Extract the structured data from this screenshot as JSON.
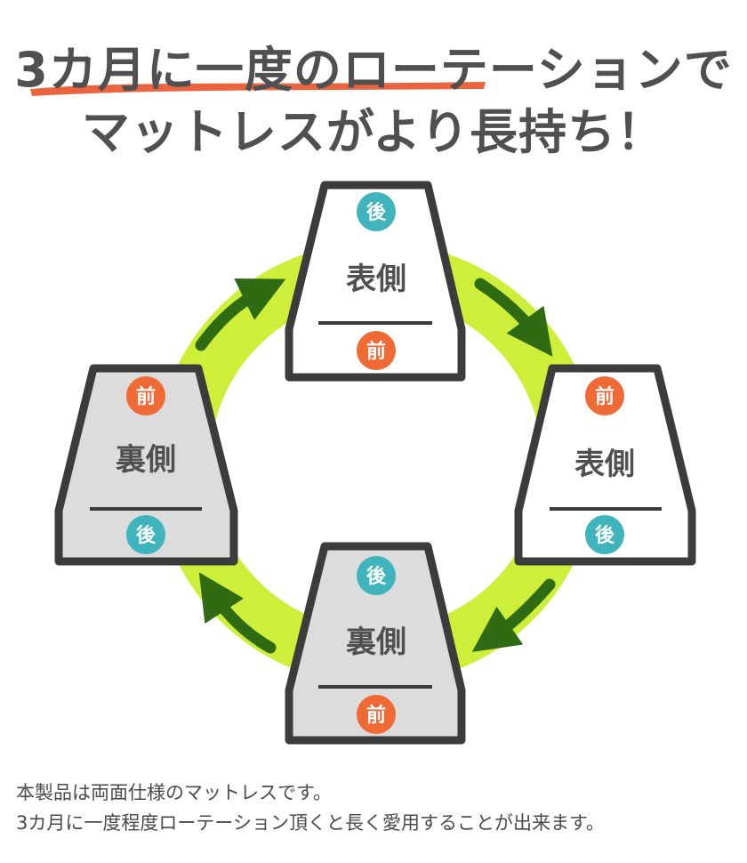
{
  "header": {
    "line1": "3カ月に一度のローテーションで",
    "line2": "マットレスがより長持ち！"
  },
  "cards": [
    {
      "label": "表側",
      "top_badge": "後",
      "bottom_badge": "前",
      "fill": "#ffffff"
    },
    {
      "label": "表側",
      "top_badge": "前",
      "bottom_badge": "後",
      "fill": "#ffffff"
    },
    {
      "label": "裏側",
      "top_badge": "後",
      "bottom_badge": "前",
      "fill": "#dcdcdc"
    },
    {
      "label": "裏側",
      "top_badge": "前",
      "bottom_badge": "後",
      "fill": "#dcdcdc"
    }
  ],
  "caption": {
    "line1": "本製品は両面仕様のマットレスです。",
    "line2": "3カ月に一度程度ローテーション頂くと長く愛用することが出来ます。"
  },
  "colors": {
    "ring": "#cdef3a",
    "arrow": "#2f6b12",
    "badge_front": "#f06a36",
    "badge_back": "#3fb4bd",
    "brush": "#e8542a",
    "outline": "#3c3c3c"
  }
}
